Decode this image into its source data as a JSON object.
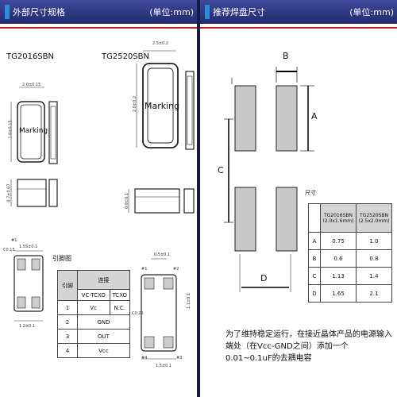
{
  "left_header": {
    "title": "外部尺寸规格",
    "unit": "(单位:mm)"
  },
  "right_header": {
    "title": "推荐焊盘尺寸",
    "unit": "(单位:mm)"
  },
  "models": {
    "a": "TG2016SBN",
    "b": "TG2520SBN"
  },
  "marking": "Marking",
  "dims": {
    "a_width": "2.0±0.15",
    "a_height": "1.6±0.15",
    "a_thick": "0.7±0.07",
    "b_width": "2.5±0.2",
    "b_height": "2.0±0.2",
    "b_thick": "0.9±0.1",
    "a_pad_w": "1.55±0.1",
    "a_pad_gap": "1.2±0.1",
    "a_corner": "C0.15",
    "b_pad_w": "0.5±0.1",
    "b_pad_gap": "1.5±0.1",
    "b_corner": "C0.25",
    "b_side": "1.1±0.1",
    "pin1": "#1",
    "pin2": "#2",
    "pin3": "#3",
    "pin4": "#4"
  },
  "pin_table": {
    "title": "引脚图",
    "col_pin": "引脚",
    "col_conn": "连接",
    "col_vctcxo": "VC-TCXO",
    "col_tcxo": "TCXO",
    "rows": [
      {
        "pin": "1",
        "vctcxo": "Vc",
        "tcxo": "N.C."
      },
      {
        "pin": "2",
        "vctcxo": "GND",
        "tcxo": ""
      },
      {
        "pin": "3",
        "vctcxo": "OUT",
        "tcxo": ""
      },
      {
        "pin": "4",
        "vctcxo": "Vcc",
        "tcxo": ""
      }
    ]
  },
  "pad_labels": {
    "a": "A",
    "b": "B",
    "c": "C",
    "d": "D"
  },
  "size_table": {
    "title": "尺寸",
    "col1": "TG2016SBN",
    "col1_sub": "(2.0x1.6mm)",
    "col2": "TG2520SBN",
    "col2_sub": "(2.5x2.0mm)",
    "rows": [
      {
        "k": "A",
        "v1": "0.75",
        "v2": "1.0"
      },
      {
        "k": "B",
        "v1": "0.6",
        "v2": "0.8"
      },
      {
        "k": "C",
        "v1": "1.13",
        "v2": "1.4"
      },
      {
        "k": "D",
        "v1": "1.65",
        "v2": "2.1"
      }
    ]
  },
  "note": "为了维持稳定运行，在接近晶体产品的电源输入端处（在Vcc-GND之间）添加一个0.01~0.1uF的去耦电容",
  "colors": {
    "header": "#2a3582",
    "accent_rule": "#b22222",
    "pad_fill": "#c8c8c8"
  }
}
